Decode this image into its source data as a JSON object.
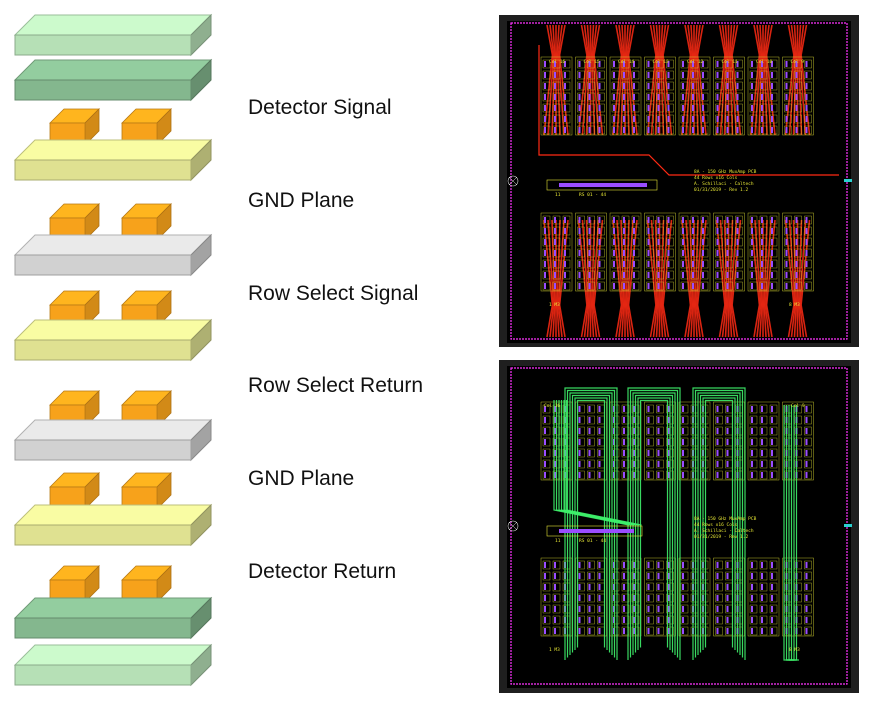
{
  "layer_labels": [
    "Detector Signal",
    "GND Plane",
    "Row Select Signal",
    "Row Select Return",
    "GND Plane",
    "Detector Return"
  ],
  "pcb_top": {
    "col_labels": [
      "Col 16",
      "Col 15",
      "Col 14",
      "Col 13",
      "Col 12",
      "Col 11",
      "Col 10",
      "Col 9"
    ],
    "info_lines": [
      "8A - 150 GHz MuxAmp PCB",
      "44 Rows x16 Cols",
      "A. Schillaci - Caltech",
      "01/31/2019 - Rev 1.2"
    ],
    "connector_label": "RS 01 - 44",
    "connector_pin": "11",
    "corner_label_left": "1 M3",
    "corner_label_right": "8 M3"
  },
  "pcb_bottom": {
    "col_labels": [
      "Col 16",
      "Col 9"
    ],
    "info_lines": [
      "8A - 150 GHz MuxAmp PCB",
      "44 Rows x16 Cols",
      "A. Schillaci - Caltech",
      "01/31/2019 - Rev 1.2"
    ],
    "connector_label": "RS 01 - 44",
    "connector_pin": "11",
    "corner_label_left": "1 M3",
    "corner_label_right": "8 M3"
  },
  "colors": {
    "outer_green": "#c6f3c6",
    "dark_green": "#8fc79a",
    "yellow": "#f2f59e",
    "gray": "#e3e3e3",
    "orange": "#f7a21b",
    "pcb_bg": "#000000",
    "trace_red": "#ff2a14",
    "trace_green": "#3ef06a",
    "pad_purple": "#9a4dff",
    "silk_yellow": "#e5e534",
    "edge_magenta": "#ff33ff"
  }
}
